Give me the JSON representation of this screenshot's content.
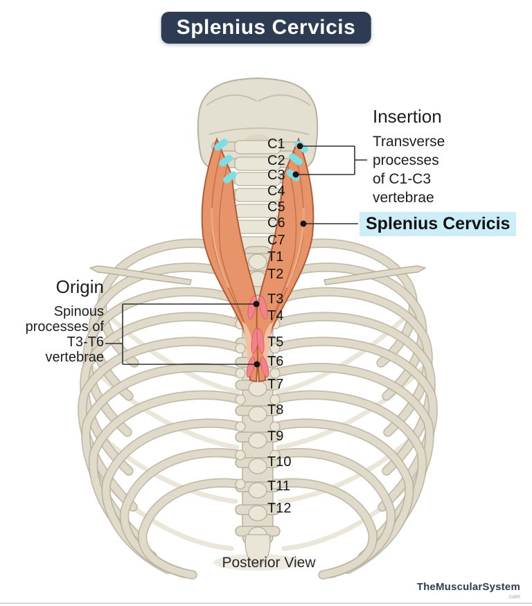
{
  "title": "Splenius Cervicis",
  "insertion": {
    "title": "Insertion",
    "lines": [
      "Transverse",
      "processes",
      "of C1-C3",
      "vertebrae"
    ]
  },
  "origin": {
    "title": "Origin",
    "lines": [
      "Spinous",
      "processes of",
      "T3-T6",
      "vertebrae"
    ]
  },
  "muscle_label": "Splenius Cervicis",
  "vertebrae": {
    "labels": [
      "C1",
      "C2",
      "C3",
      "C4",
      "C5",
      "C6",
      "C7",
      "T1",
      "T2",
      "T3",
      "T4",
      "T5",
      "T6",
      "T7",
      "T8",
      "T9",
      "T10",
      "T11",
      "T12"
    ]
  },
  "footer": {
    "view_label": "Posterior View",
    "watermark": "TheMuscularSystem",
    "watermark_tld": ".com"
  },
  "colors": {
    "title_bg": "#2E3C53",
    "highlight_bg": "#CDEEF8",
    "muscle": "#E8946B",
    "muscle_outline": "#B25A33",
    "tendon_cyan": "#7EDFE3",
    "attachment_pink": "#F2838A",
    "bone": "#DFDACA",
    "bone_outline": "#B7B09C",
    "annotation_line": "#2F2F2F",
    "watermark": "#2E3C53"
  }
}
